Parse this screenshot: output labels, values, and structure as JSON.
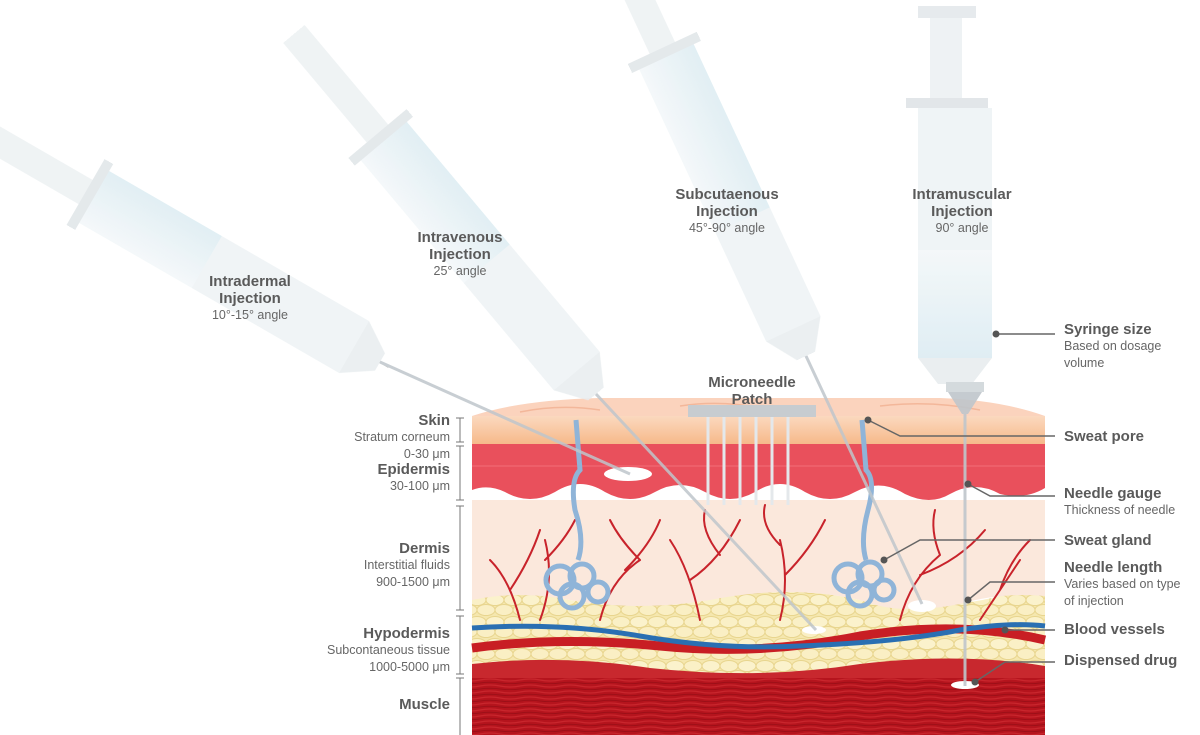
{
  "injections": {
    "intradermal": {
      "title1": "Intradermal",
      "title2": "Injection",
      "angle": "10°-15° angle"
    },
    "intravenous": {
      "title1": "Intravenous",
      "title2": "Injection",
      "angle": "25° angle"
    },
    "subcutaneous": {
      "title1": "Subcutaenous",
      "title2": "Injection",
      "angle": "45°-90° angle"
    },
    "intramuscular": {
      "title1": "Intramuscular",
      "title2": "Injection",
      "angle": "90° angle"
    }
  },
  "patch": {
    "title1": "Microneedle",
    "title2": "Patch"
  },
  "layers": {
    "skin": {
      "name": "Skin",
      "line1": "Stratum corneum",
      "line2": "0-30 μm"
    },
    "epidermis": {
      "name": "Epidermis",
      "line1": "30-100 μm"
    },
    "dermis": {
      "name": "Dermis",
      "line1": "Interstitial fluids",
      "line2": "900-1500 μm"
    },
    "hypodermis": {
      "name": "Hypodermis",
      "line1": "Subcontaneous tissue",
      "line2": "1000-5000 μm"
    },
    "muscle": {
      "name": "Muscle"
    }
  },
  "callouts": {
    "syringe_size": {
      "name": "Syringe size",
      "line1": "Based on dosage",
      "line2": "volume"
    },
    "sweat_pore": {
      "name": "Sweat pore"
    },
    "needle_gauge": {
      "name": "Needle gauge",
      "line1": "Thickness of needle"
    },
    "sweat_gland": {
      "name": "Sweat gland"
    },
    "needle_length": {
      "name": "Needle length",
      "line1": "Varies based on type",
      "line2": "of injection"
    },
    "blood_vessels": {
      "name": "Blood vessels"
    },
    "dispensed_drug": {
      "name": "Dispensed drug"
    }
  },
  "colors": {
    "skin_top": "#f8c69a",
    "epidermis": "#e8505b",
    "dermis": "#fce9dd",
    "hypodermis": "#f4e4a6",
    "muscle": "#b3141e",
    "vein": "#2a6fb2",
    "artery": "#c81e24",
    "syringe": "#e6eef2"
  }
}
